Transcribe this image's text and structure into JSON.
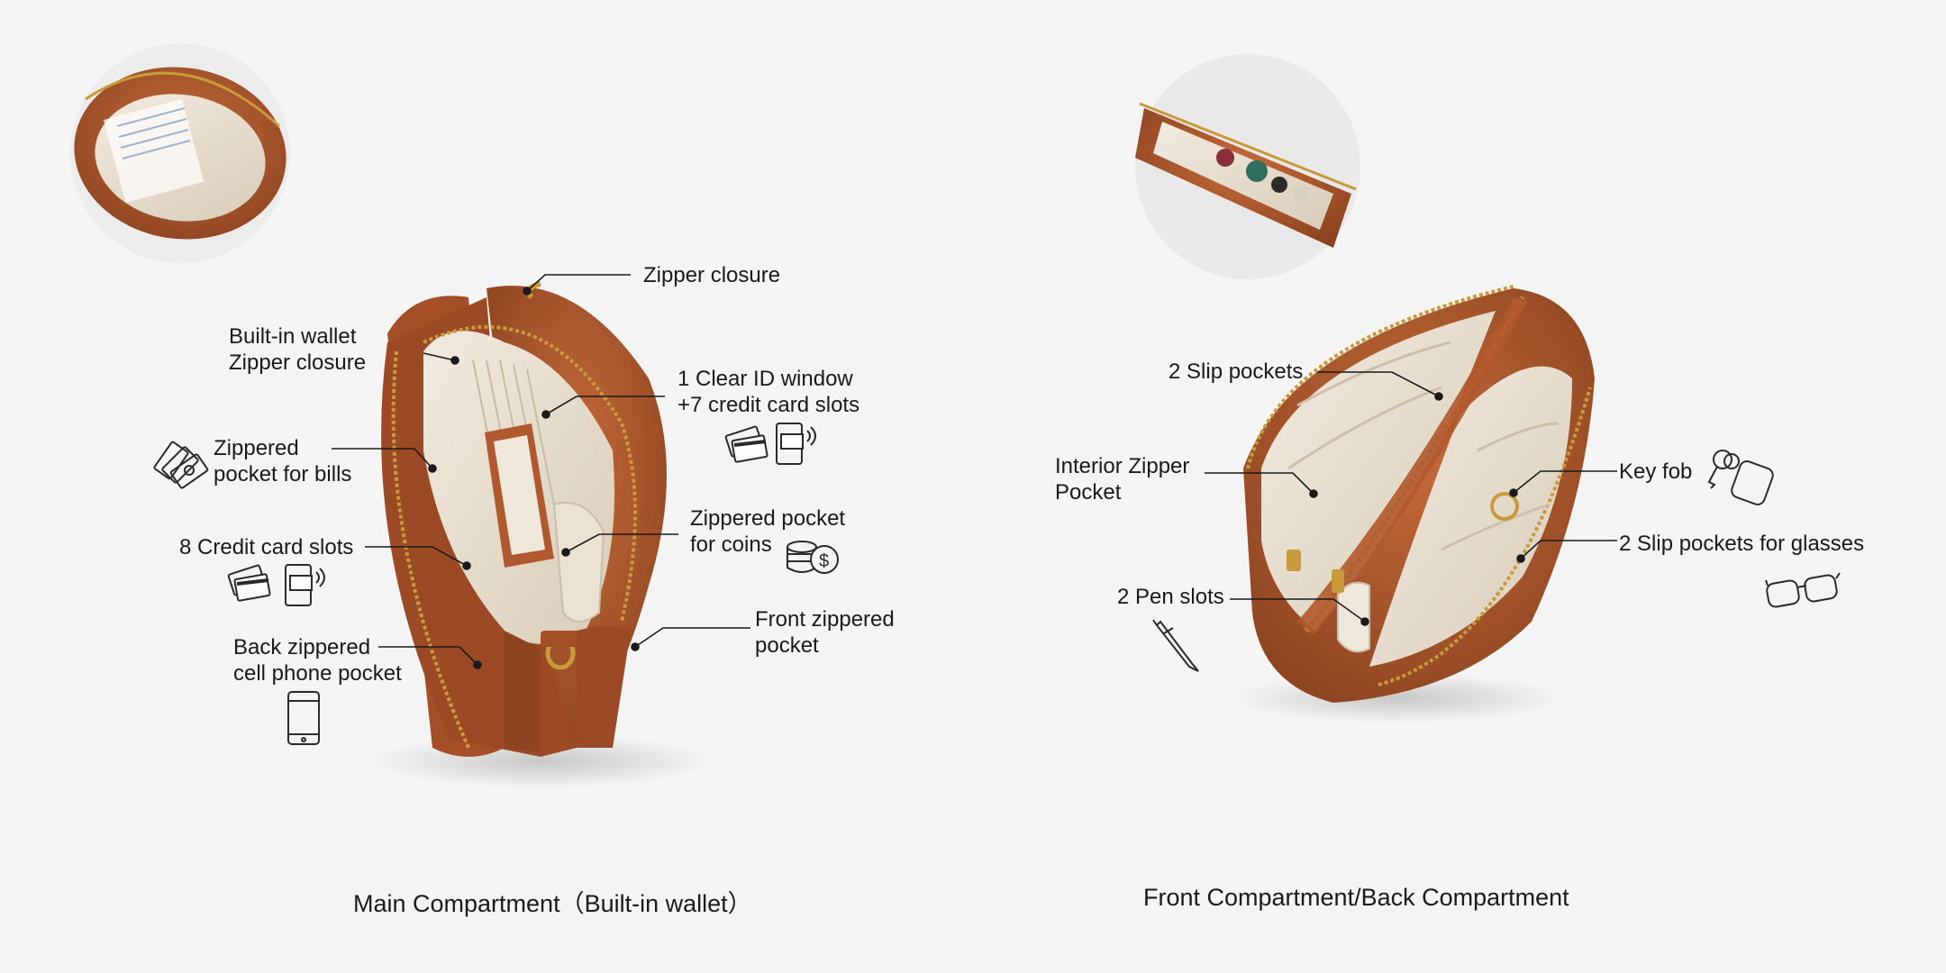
{
  "main_compartment": {
    "caption": "Main Compartment（Built-in wallet）",
    "labels": {
      "zipper_closure": "Zipper closure",
      "built_in_wallet_line1": "Built-in wallet",
      "built_in_wallet_line2": "Zipper closure",
      "id_window_line1": "1 Clear ID window",
      "id_window_line2": "+7 credit card slots",
      "bills_line1": "Zippered",
      "bills_line2": "pocket for bills",
      "coins_line1": "Zippered pocket",
      "coins_line2": "for coins",
      "credit_slots": "8 Credit card slots",
      "front_pocket_line1": "Front zippered",
      "front_pocket_line2": "pocket",
      "back_pocket_line1": "Back zippered",
      "back_pocket_line2": "cell phone pocket"
    }
  },
  "front_back_compartment": {
    "caption": "Front Compartment/Back Compartment",
    "labels": {
      "slip_pockets": "2 Slip pockets",
      "interior_zipper_line1": "Interior Zipper",
      "interior_zipper_line2": "Pocket",
      "key_fob": "Key fob",
      "glasses_pockets": "2 Slip pockets for glasses",
      "pen_slots": "2 Pen slots"
    }
  },
  "icons": [
    "money-bills-icon",
    "credit-card-icon",
    "phone-payment-icon",
    "coins-icon",
    "cell-phone-icon",
    "keys-icon",
    "glasses-icon",
    "pen-icon"
  ],
  "colors": {
    "background": "#f4f4f4",
    "leather": "#b0582e",
    "leather_dark": "#7e3a1c",
    "lining": "#e9dfd0",
    "zipper": "#c99a3a",
    "text": "#1a1a1a"
  }
}
